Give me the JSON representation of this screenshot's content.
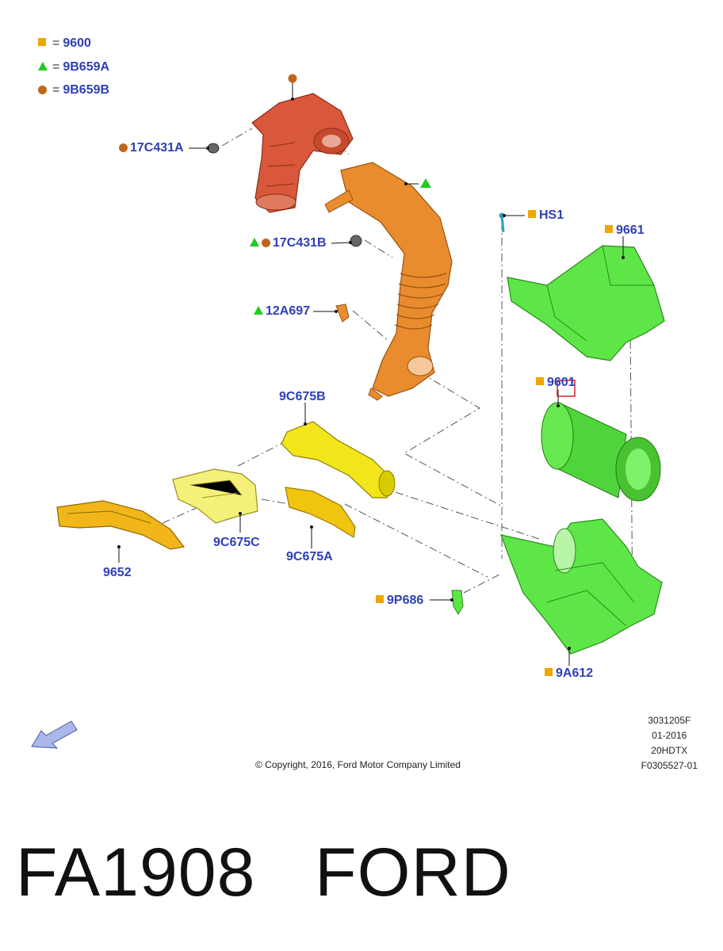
{
  "legend": [
    {
      "symbol": "square",
      "eq": "=",
      "code": "9600"
    },
    {
      "symbol": "triangle",
      "eq": "=",
      "code": "9B659A"
    },
    {
      "symbol": "circle",
      "eq": "=",
      "code": "9B659B"
    }
  ],
  "callouts": {
    "c17c431a": "17C431A",
    "c17c431b": "17C431B",
    "c12a697": "12A697",
    "c9c675b": "9C675B",
    "c9c675c": "9C675C",
    "c9c675a": "9C675A",
    "c9652": "9652",
    "c9p686": "9P686",
    "chs1": "HS1",
    "c9661": "9661",
    "c9601": "9601",
    "c9a612": "9A612"
  },
  "meta": {
    "line1": "3031205F",
    "line2": "01-2016",
    "line3": "20HDTX",
    "line4": "F0305527-01"
  },
  "copyright": "© Copyright, 2016, Ford Motor Company Limited",
  "caption": "FA1908   FORD",
  "colors": {
    "square": "#f0a500",
    "triangle": "#22cc22",
    "circle": "#c0661a",
    "label": "#2e3fb5"
  }
}
